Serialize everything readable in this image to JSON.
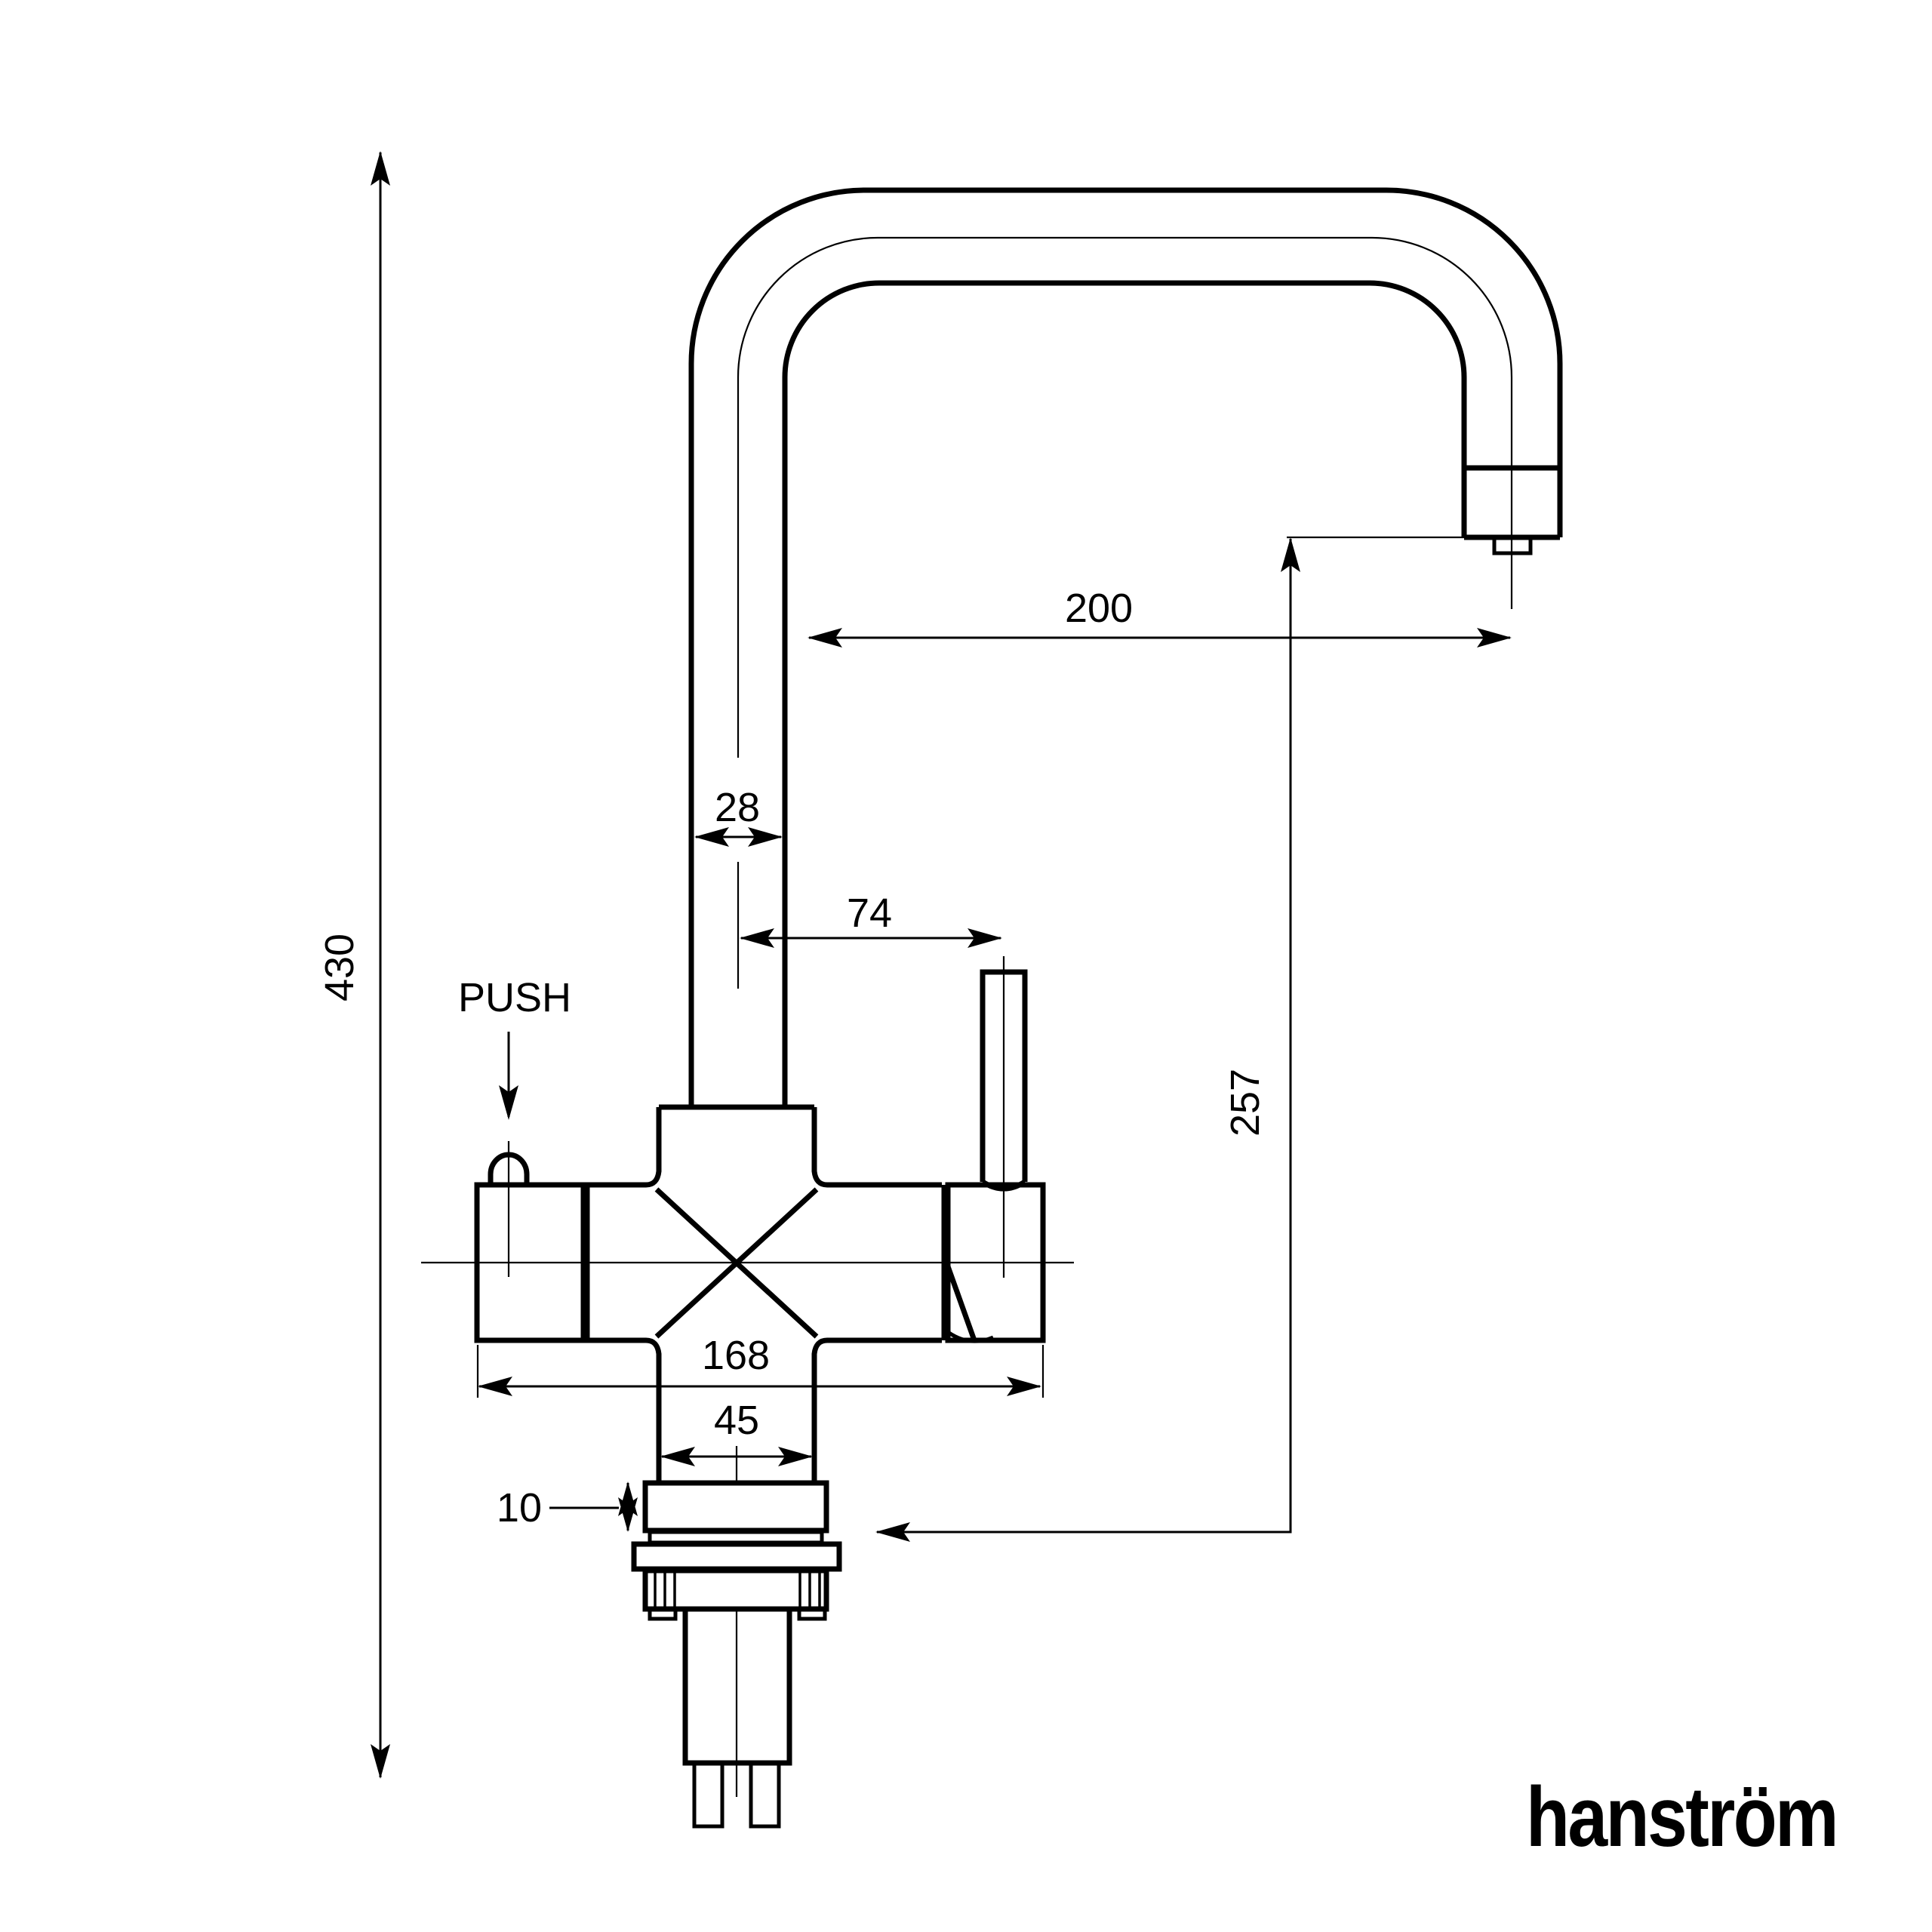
{
  "drawing": {
    "kind": "tap-installation-technical-drawing",
    "colors": {
      "ink": "#000000",
      "background": "#ffffff"
    },
    "dimensions_mm": {
      "overall_height": "430",
      "spout_reach": "200",
      "spout_tube_width": "28",
      "handle_offset": "74",
      "body_width": "168",
      "base_width": "45",
      "base_plate_thickness": "10",
      "outlet_height": "257"
    },
    "annotations": {
      "push_label": "PUSH"
    },
    "brand": {
      "logo_text": "hanström"
    }
  }
}
